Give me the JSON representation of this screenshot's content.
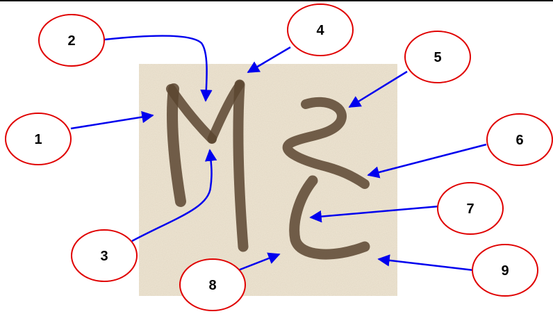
{
  "labels": [
    {
      "id": "1",
      "text": "1"
    },
    {
      "id": "2",
      "text": "2"
    },
    {
      "id": "3",
      "text": "3"
    },
    {
      "id": "4",
      "text": "4"
    },
    {
      "id": "5",
      "text": "5"
    },
    {
      "id": "6",
      "text": "6"
    },
    {
      "id": "7",
      "text": "7"
    },
    {
      "id": "8",
      "text": "8"
    },
    {
      "id": "9",
      "text": "9"
    }
  ],
  "colors": {
    "ellipse_stroke": "#e00000",
    "arrow": "#0000ee",
    "paper": "#efe6d4",
    "ink": "#5a4530"
  }
}
